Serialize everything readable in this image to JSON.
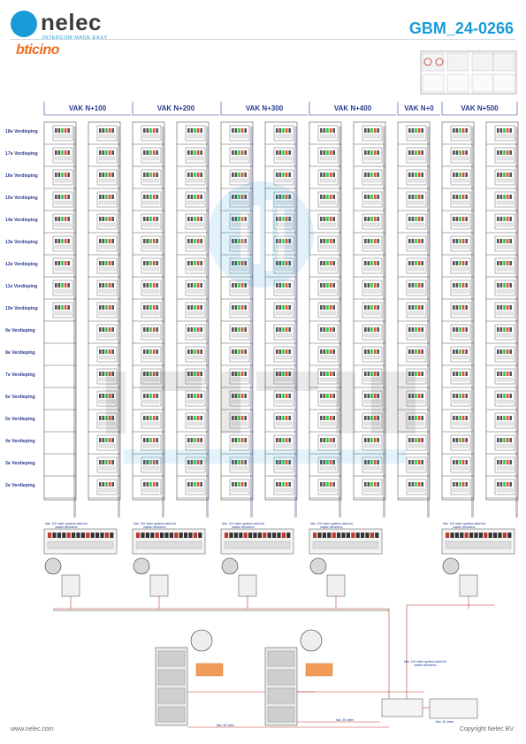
{
  "header": {
    "brand": "nelec",
    "tagline": "INTERCOM MADE EASY",
    "partner": "bticino",
    "document_id": "GBM_24-0266"
  },
  "floors": [
    "18e Verdieping",
    "17e Verdieping",
    "16e Verdieping",
    "15e Verdieping",
    "14e Verdieping",
    "13e Verdieping",
    "12e Verdieping",
    "11e Verdieping",
    "10e Verdieping",
    "9e Verdieping",
    "8e Verdieping",
    "7e Verdieping",
    "6e Verdieping",
    "5e Verdieping",
    "4e Verdieping",
    "3e Verdieping",
    "2e Verdieping"
  ],
  "shafts": [
    "VAK N+100",
    "VAK N+200",
    "VAK N+300",
    "VAK N+400",
    "VAK N+0",
    "VAK N+500"
  ],
  "notes": {
    "shaft_note": "Max. 100 meter systeem-kabel tot laatste uitbreiders",
    "central_note": "Max. 100 meter systeem-kabel tot laatste uitbreiders",
    "cable_a": "Max. 50 meter",
    "cable_b": "Max. 50 meter",
    "cable_c": "Max. 30 meter"
  },
  "footer": {
    "url": "www.nelec.com",
    "copyright": "Copyright Nelec BV"
  },
  "colors": {
    "brand_blue": "#1a9ad6",
    "label_navy": "#2a3b8f",
    "bticino_orange": "#ed6d1f",
    "wire_red": "#c0392b",
    "wire_purple": "#7b5ea7",
    "wire_black": "#222222"
  }
}
